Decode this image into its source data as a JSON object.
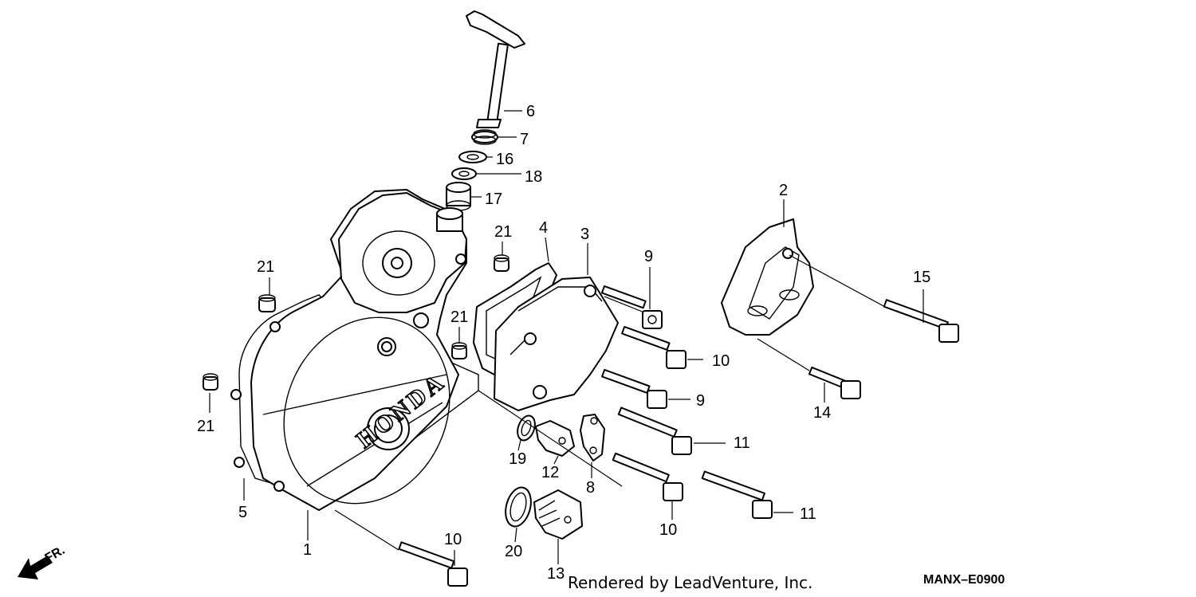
{
  "callouts": [
    "1",
    "2",
    "3",
    "4",
    "5",
    "6",
    "7",
    "8",
    "9",
    "9",
    "10",
    "10",
    "10",
    "11",
    "11",
    "12",
    "13",
    "14",
    "15",
    "16",
    "17",
    "18",
    "19",
    "20",
    "21",
    "21",
    "21",
    "21"
  ],
  "brand_text": "HONDA",
  "direction_label": "FR.",
  "credit": "Rendered by LeadVenture, Inc.",
  "diagram_code": "MANX–E0900",
  "colors": {
    "ink": "#000000",
    "paper": "#ffffff"
  }
}
